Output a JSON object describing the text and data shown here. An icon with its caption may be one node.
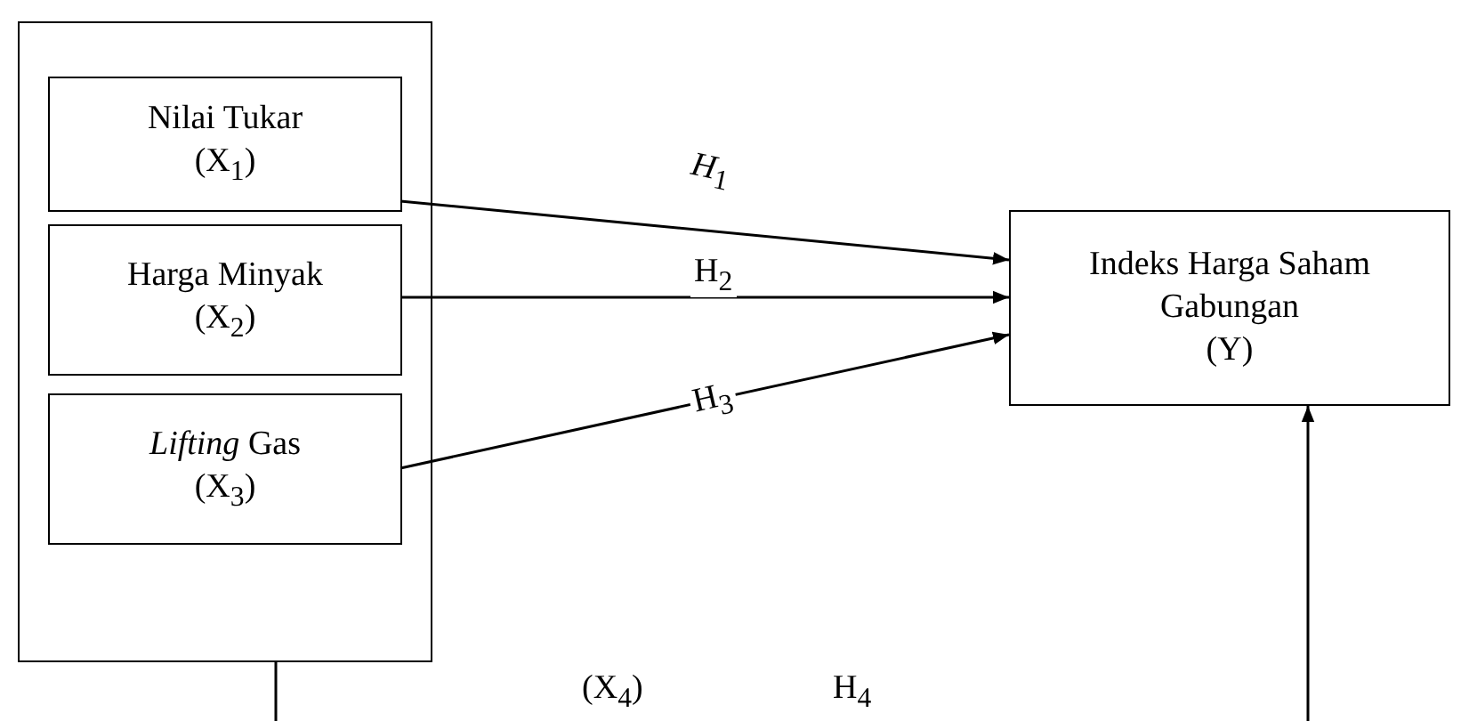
{
  "diagram": {
    "nodes": [
      {
        "text": [],
        "shape": "box"
      },
      {
        "text": [
          "Nilai Tukar",
          "(X$_{1}$)"
        ],
        "in": 0
      },
      {
        "text": [
          "Harga Minyak",
          "(X$_{2}$)"
        ],
        "in": 0
      },
      {
        "text": [
          "*Lifting* Gas",
          "(X$_{3}$)"
        ],
        "in": 0
      },
      {
        "text": [
          "Indeks Harga Saham Gabungan",
          "(Y)"
        ]
      }
    ],
    "edges": [
      {
        "from": 1,
        "to": 4,
        "arrow": "to",
        "label": "*H*$_{1}$"
      },
      {
        "from": 2,
        "to": 4,
        "arrow": "to",
        "label": "H$_{2}$"
      },
      {
        "from": 3,
        "to": 4,
        "arrow": "to",
        "label": "H$_{3}$"
      },
      {
        "from": 0,
        "to": 4,
        "arrow": "to",
        "label": "H$_{4}$"
      }
    ],
    "labels": [
      "(X$_{4}$)"
    ]
  }
}
